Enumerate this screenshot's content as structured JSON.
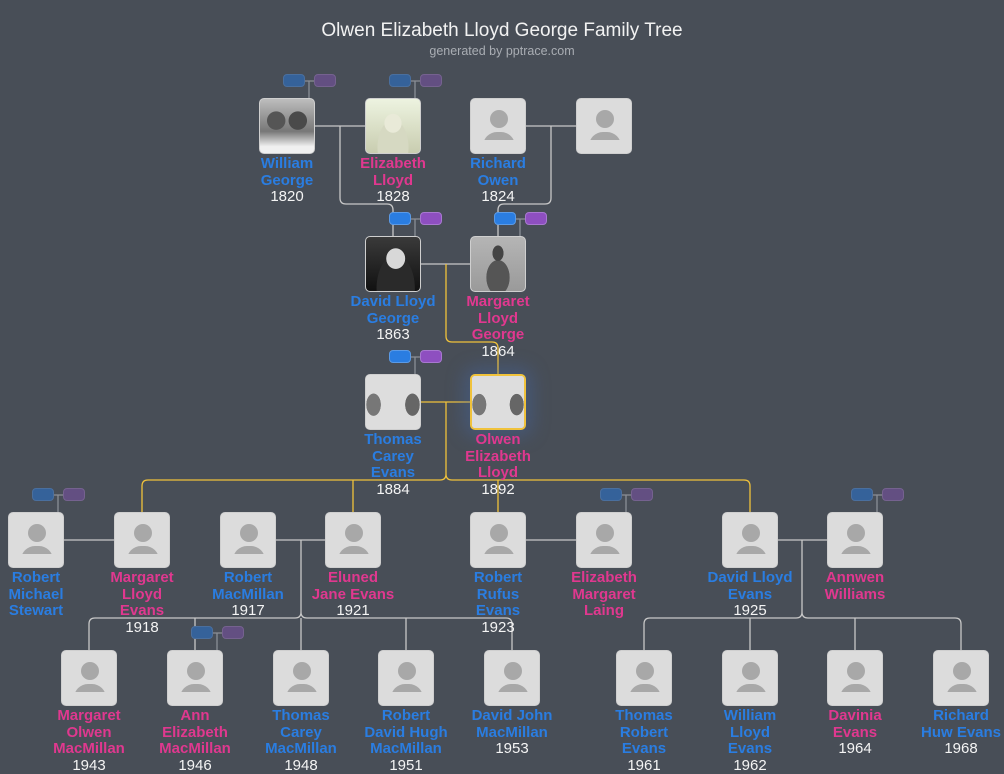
{
  "header": {
    "title": "Olwen Elizabeth Lloyd George Family Tree",
    "subtitle": "generated by pptrace.com"
  },
  "colors": {
    "background": "#484e57",
    "male": "#2a7de1",
    "female": "#e0388f",
    "lineage_line": "#f0c23b",
    "link_line": "#c8c8c8",
    "focus_border": "#f0c23b"
  },
  "persons": [
    {
      "name": "William George",
      "year": "1820",
      "gender": "m",
      "photo": "photo-bw"
    },
    {
      "name": "Elizabeth Lloyd",
      "year": "1828",
      "gender": "f",
      "photo": "photo-lady"
    },
    {
      "name": "Richard Owen",
      "year": "1824",
      "gender": "m",
      "photo": "avatar-placeholder-icon"
    },
    {
      "name": "",
      "year": "",
      "gender": "f",
      "photo": "avatar-placeholder-icon"
    },
    {
      "name": "David Lloyd George",
      "year": "1863",
      "gender": "m",
      "photo": "photo-man"
    },
    {
      "name": "Margaret Lloyd George",
      "year": "1864",
      "gender": "f",
      "photo": "photo-woman"
    },
    {
      "name": "Thomas Carey Evans",
      "year": "1884",
      "gender": "m",
      "photo": "photo-pair"
    },
    {
      "name": "Olwen Elizabeth Lloyd",
      "year": "1892",
      "gender": "f",
      "photo": "photo-pair",
      "focus": true
    },
    {
      "name": "Robert Michael Stewart",
      "year": "",
      "gender": "m",
      "photo": "avatar-placeholder-icon"
    },
    {
      "name": "Margaret Lloyd Evans",
      "year": "1918",
      "gender": "f",
      "photo": "avatar-placeholder-icon"
    },
    {
      "name": "Robert MacMillan",
      "year": "1917",
      "gender": "m",
      "photo": "avatar-placeholder-icon"
    },
    {
      "name": "Eluned Jane Evans",
      "year": "1921",
      "gender": "f",
      "photo": "avatar-placeholder-icon"
    },
    {
      "name": "Robert Rufus Evans",
      "year": "1923",
      "gender": "m",
      "photo": "avatar-placeholder-icon"
    },
    {
      "name": "Elizabeth Margaret Laing",
      "year": "",
      "gender": "f",
      "photo": "avatar-placeholder-icon"
    },
    {
      "name": "David Lloyd Evans",
      "year": "1925",
      "gender": "m",
      "photo": "avatar-placeholder-icon"
    },
    {
      "name": "Annwen Williams",
      "year": "",
      "gender": "f",
      "photo": "avatar-placeholder-icon"
    },
    {
      "name": "Margaret Olwen MacMillan",
      "year": "1943",
      "gender": "f",
      "photo": "avatar-placeholder-icon"
    },
    {
      "name": "Ann Elizabeth MacMillan",
      "year": "1946",
      "gender": "f",
      "photo": "avatar-placeholder-icon"
    },
    {
      "name": "Thomas Carey MacMillan",
      "year": "1948",
      "gender": "m",
      "photo": "avatar-placeholder-icon"
    },
    {
      "name": "Robert David Hugh MacMillan",
      "year": "1951",
      "gender": "m",
      "photo": "avatar-placeholder-icon"
    },
    {
      "name": "David John MacMillan",
      "year": "1953",
      "gender": "m",
      "photo": "avatar-placeholder-icon"
    },
    {
      "name": "Thomas Robert Evans",
      "year": "1961",
      "gender": "m",
      "photo": "avatar-placeholder-icon"
    },
    {
      "name": "William Lloyd Evans",
      "year": "1962",
      "gender": "m",
      "photo": "avatar-placeholder-icon"
    },
    {
      "name": "Davinia Evans",
      "year": "1964",
      "gender": "f",
      "photo": "avatar-placeholder-icon"
    },
    {
      "name": "Richard Huw Evans",
      "year": "1968",
      "gender": "m",
      "photo": "avatar-placeholder-icon"
    }
  ],
  "parent_toggles": [
    {
      "person": "William George",
      "state": "collapsed"
    },
    {
      "person": "Elizabeth Lloyd",
      "state": "collapsed"
    },
    {
      "person": "David Lloyd George",
      "state": "expanded"
    },
    {
      "person": "Margaret Lloyd George",
      "state": "expanded"
    },
    {
      "person": "Thomas Carey Evans",
      "state": "expanded"
    },
    {
      "person": "Robert Michael Stewart",
      "state": "collapsed"
    },
    {
      "person": "Elizabeth Margaret Laing",
      "state": "collapsed"
    },
    {
      "person": "Annwen Williams",
      "state": "collapsed"
    },
    {
      "person": "Ann Elizabeth MacMillan",
      "state": "collapsed"
    }
  ]
}
